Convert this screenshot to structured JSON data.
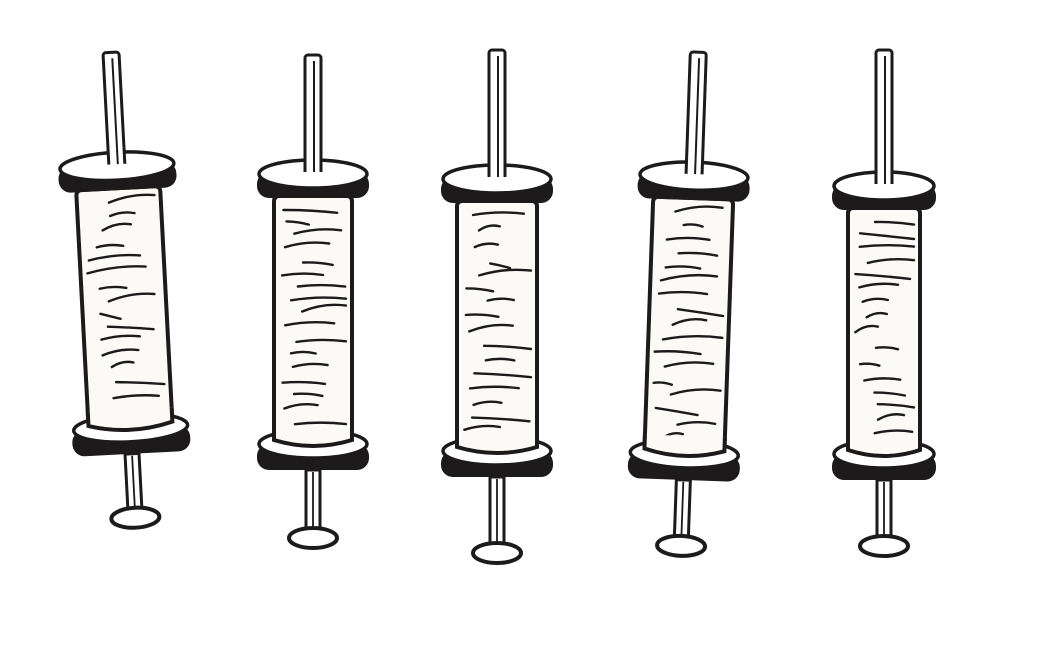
{
  "illustration": {
    "subject": "thread spools",
    "count": 5,
    "style": "hand-drawn ink sketch",
    "colors": {
      "ink": "#1c1a1a",
      "thread": "#fbfaf6",
      "background": "#ffffff"
    }
  }
}
